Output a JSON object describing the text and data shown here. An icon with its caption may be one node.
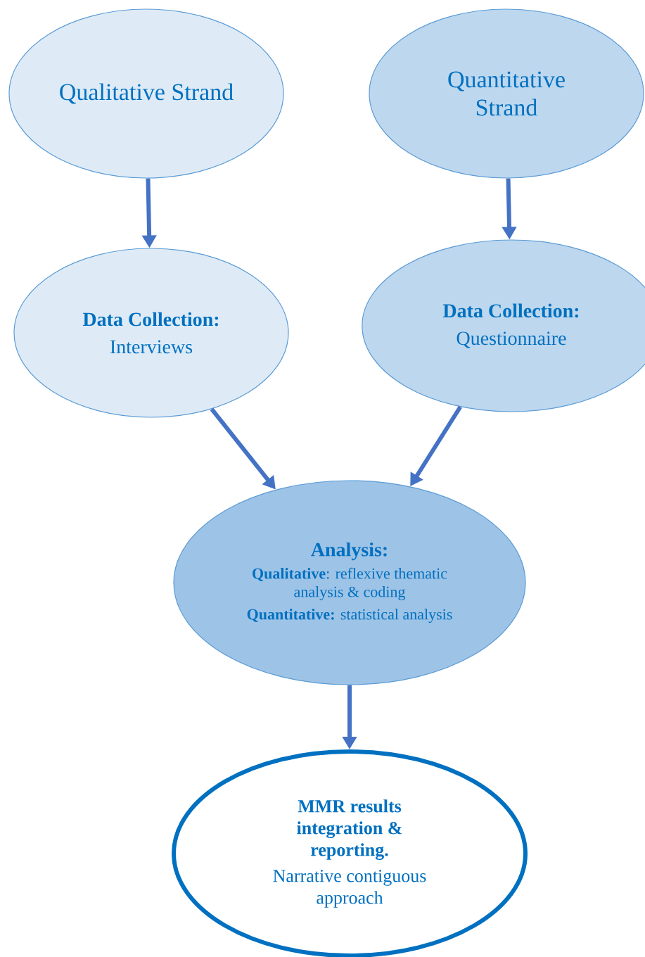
{
  "diagram": {
    "nodes": [
      {
        "text": [
          "Qualitative Strand"
        ]
      },
      {
        "text": [
          "Quantitative Strand"
        ]
      },
      {
        "text": [
          "Data Collection:",
          "Interviews"
        ]
      },
      {
        "text": [
          "Data Collection:",
          "Questionnaire"
        ]
      },
      {
        "text": [
          "Analysis:",
          "**Qualitative**: reflexive thematic analysis & coding",
          "**Quantitative:** statistical analysis"
        ]
      },
      {
        "text": [
          "MMR  results integration & reporting.",
          "Narrative contiguous approach"
        ]
      }
    ],
    "edges": [
      {
        "from": 0,
        "to": 2,
        "arrow": "to"
      },
      {
        "from": 1,
        "to": 3,
        "arrow": "to"
      },
      {
        "from": 2,
        "to": 4,
        "arrow": "to"
      },
      {
        "from": 3,
        "to": 4,
        "arrow": "to"
      },
      {
        "from": 4,
        "to": 5,
        "arrow": "to"
      }
    ]
  }
}
